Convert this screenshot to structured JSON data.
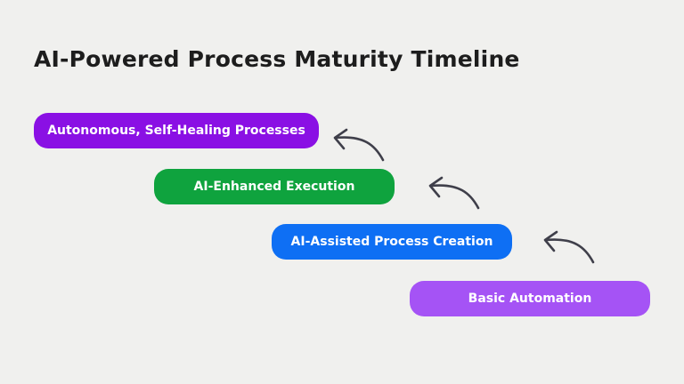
{
  "page": {
    "background": "#f0f0ee",
    "title": "AI-Powered Process Maturity Timeline",
    "title_color": "#1d1d1d"
  },
  "timeline": {
    "arrow_color": "#3f3f4a",
    "arrow_icon": "curved-arrow-left",
    "stages": [
      {
        "label": "Autonomous, Self-Healing Processes",
        "color": "#8a10e4",
        "text_color": "#ffffff"
      },
      {
        "label": "AI-Enhanced Execution",
        "color": "#0fa33e",
        "text_color": "#ffffff"
      },
      {
        "label": "AI-Assisted Process Creation",
        "color": "#0e6ff4",
        "text_color": "#ffffff"
      },
      {
        "label": "Basic Automation",
        "color": "#a553f5",
        "text_color": "#ffffff"
      }
    ]
  }
}
